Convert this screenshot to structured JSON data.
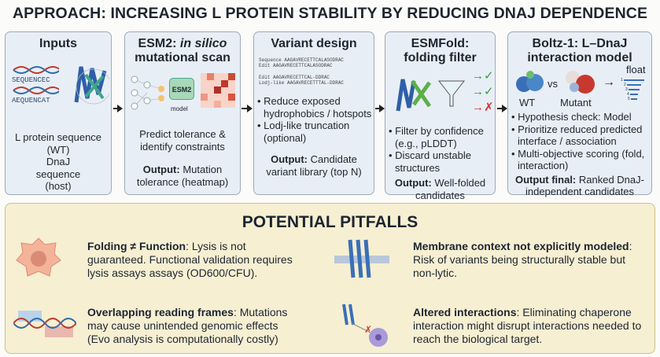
{
  "title": "APPROACH: INCREASING L PROTEIN STABILITY BY REDUCING DNAJ DEPENDENCE",
  "steps": [
    {
      "title": "Inputs",
      "seq1": "SEQUENCEC",
      "seq2": "AEQUENCAT",
      "line1": "L protein sequence (WT)",
      "line2": "DnaJ sequence (host)"
    },
    {
      "title_a": "ESM2: ",
      "title_b": "in silico",
      "title_c": "mutational scan",
      "model_label": "ESM2",
      "model_sub": "model",
      "desc": "Predict tolerance & identify constraints",
      "output_label": "Output:",
      "output": " Mutation tolerance (heatmap)"
    },
    {
      "title": "Variant design",
      "align": [
        [
          "Sequence",
          "AAGAVRECETTCALASODRAC"
        ],
        [
          "Edit",
          "AAGAVRECETTCALASODRAC"
        ],
        [
          "Edit",
          "AAGAVRECETTCAL-DDRAC"
        ],
        [
          "Lodj-like",
          "AAGAVRECETTTAL-DDRAC"
        ]
      ],
      "bullets": [
        "• Reduce exposed hydrophobics / hotspots",
        "• Lodj-like truncation (optional)"
      ],
      "output_label": "Output:",
      "output": " Candidate variant library (top N)"
    },
    {
      "title": "ESMFold: folding filter",
      "bullets": [
        "• Filter by confidence (e.g., pLDDT)",
        "• Discard unstable structures"
      ],
      "output_label": "Output:",
      "output": " Well-folded candidates"
    },
    {
      "title": "Boltz-1: L–DnaJ interaction model",
      "wt": "WT",
      "vs": "vs",
      "mutant": "Mutant",
      "float": "float",
      "ranks": [
        "1",
        "2",
        "3",
        "4",
        "5"
      ],
      "bullets": [
        "• Hypothesis check: Model",
        "• Prioritize reduced predicted interface / association",
        "• Multi-objective scoring (fold, interaction)"
      ],
      "output_label": "Output final:",
      "output": " Ranked DnaJ-independent candidates"
    }
  ],
  "pitfalls": {
    "title": "POTENTIAL PITFALLS",
    "items": [
      {
        "bold": "Folding ≠ Function",
        "text": ": Lysis is not guaranteed. Functional validation requires lysis assays assays (OD600/CFU)."
      },
      {
        "bold": "Membrane context not explicitly modeled",
        "text": ": Risk of variants being structurally stable but non-lytic."
      },
      {
        "bold": "Overlapping reading frames",
        "text": ": Mutations may cause unintended genomic effects (Evo analysis is computationally costly)"
      },
      {
        "bold": "Altered interactions",
        "text": ": Eliminating chaperone interaction might disrupt interactions needed to reach the biological target."
      }
    ]
  }
}
